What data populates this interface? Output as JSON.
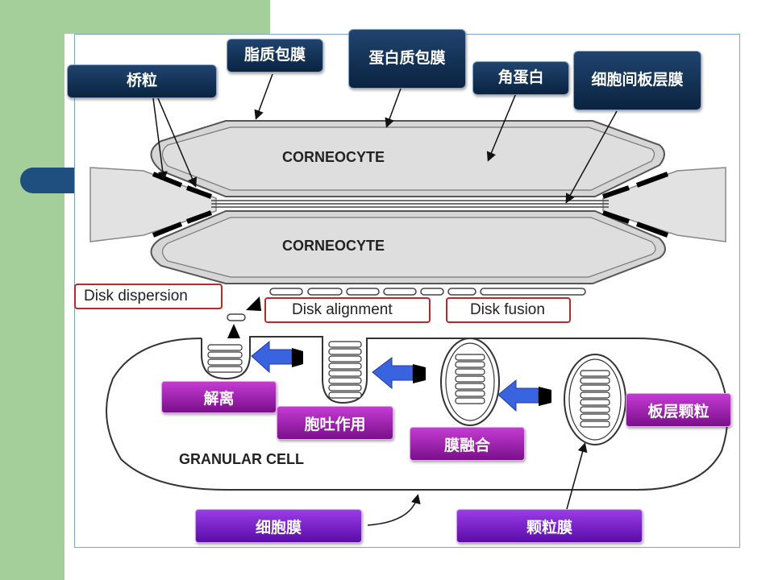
{
  "diagram": {
    "cell_labels": {
      "corneocyte_top": "CORNEOCYTE",
      "corneocyte_bottom": "CORNEOCYTE",
      "granular_cell": "GRANULAR CELL"
    },
    "stages": {
      "dispersion": "Disk dispersion",
      "alignment": "Disk alignment",
      "fusion": "Disk fusion"
    },
    "callouts": {
      "desmosome": "桥粒",
      "lipid_envelope": "脂质包膜",
      "protein_envelope": "蛋白质包膜",
      "keratin": "角蛋白",
      "intercellular_lamellae": "细胞间板层膜",
      "dissociation": "解离",
      "exocytosis": "胞吐作用",
      "membrane_fusion": "膜融合",
      "lamellar_granule": "板层颗粒",
      "cell_membrane": "细胞膜",
      "granule_membrane": "颗粒膜"
    },
    "colors": {
      "accent_green": "#a5cf9a",
      "callout_navy": "#0a2340",
      "callout_magenta": "#a12ab3",
      "callout_violet": "#7a1fd0",
      "stage_box_border": "#b22a2a",
      "arrow_blue": "#3a63e0"
    }
  }
}
